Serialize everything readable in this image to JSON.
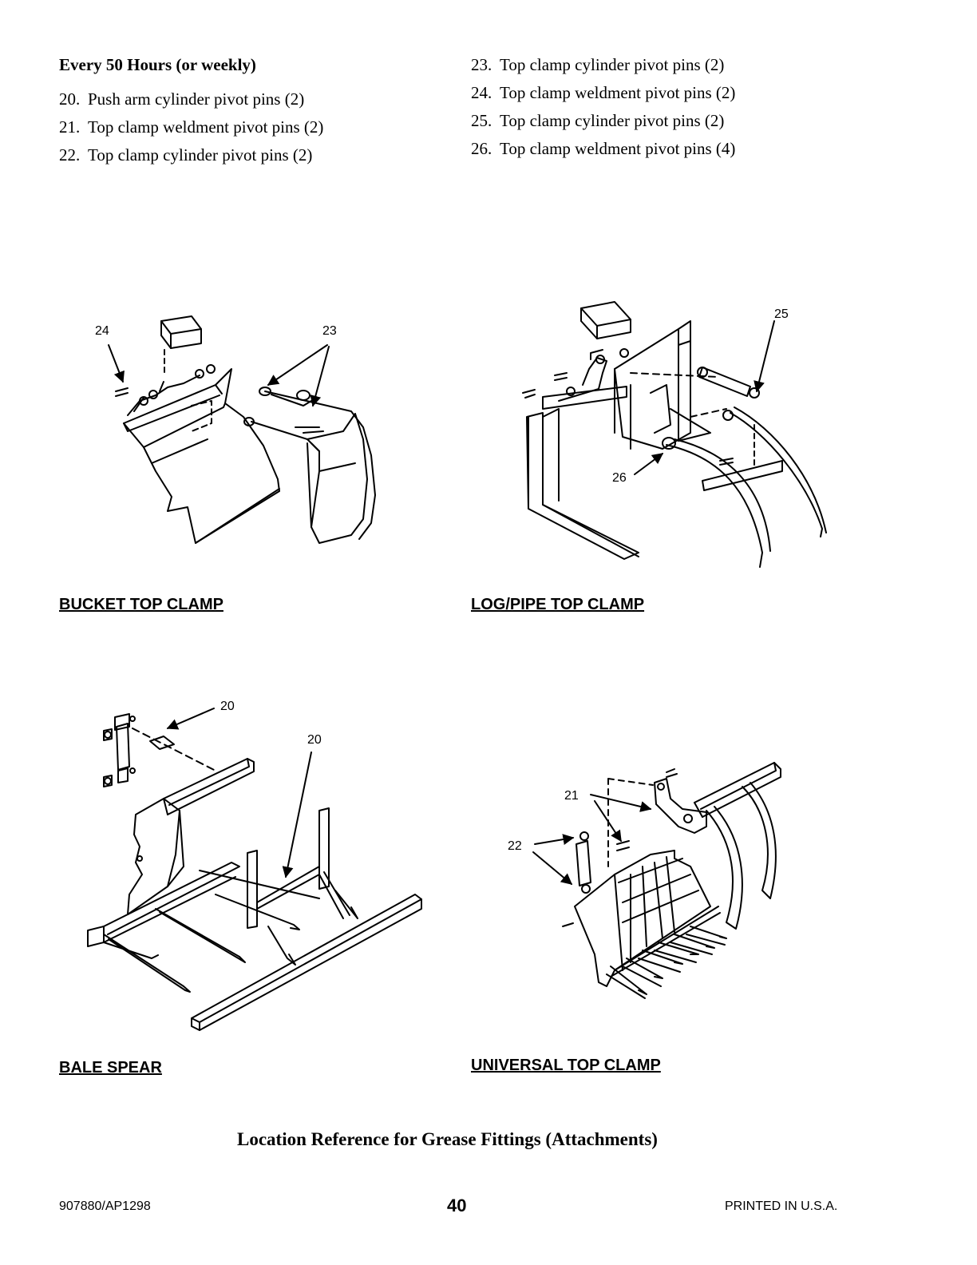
{
  "maintenance": {
    "heading": "Every 50 Hours (or weekly)",
    "left_items": [
      {
        "num": "20.",
        "text": "Push arm cylinder pivot pins (2)"
      },
      {
        "num": "21.",
        "text": "Top clamp weldment pivot pins (2)"
      },
      {
        "num": "22.",
        "text": "Top clamp cylinder pivot pins (2)"
      }
    ],
    "right_items": [
      {
        "num": "23.",
        "text": "Top clamp cylinder pivot pins (2)"
      },
      {
        "num": "24.",
        "text": "Top clamp weldment pivot pins (2)"
      },
      {
        "num": "25.",
        "text": "Top clamp cylinder pivot pins (2)"
      },
      {
        "num": "26.",
        "text": "Top clamp weldment pivot pins (4)"
      }
    ]
  },
  "figures": {
    "bucket": {
      "caption": "BUCKET TOP CLAMP",
      "callouts": [
        "24",
        "23"
      ]
    },
    "logpipe": {
      "caption": "LOG/PIPE TOP CLAMP",
      "callouts": [
        "25",
        "26"
      ]
    },
    "bale": {
      "caption": "BALE SPEAR",
      "callouts": [
        "20",
        "20"
      ]
    },
    "universal": {
      "caption": "UNIVERSAL TOP CLAMP",
      "callouts": [
        "21",
        "22"
      ]
    }
  },
  "page_title": "Location Reference for Grease Fittings (Attachments)",
  "footer": {
    "part_number": "907880/AP1298",
    "page_number": "40",
    "printed": "PRINTED IN U.S.A."
  }
}
